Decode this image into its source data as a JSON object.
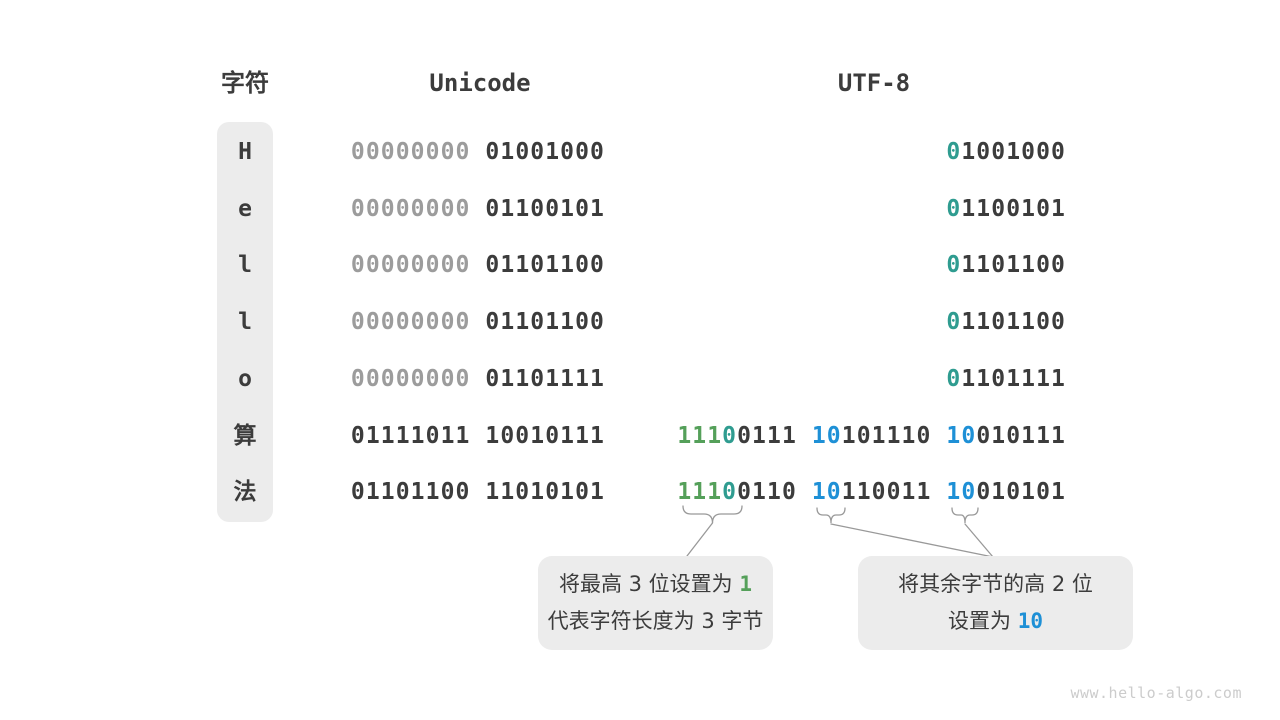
{
  "header": {
    "char_col": "字符",
    "unicode_col": "Unicode",
    "utf8_col": "UTF-8"
  },
  "colors": {
    "dark": "#3c3c3c",
    "gray": "#9c9c9c",
    "teal": "#2f9c90",
    "green": "#55a05a",
    "blue": "#1e90d6",
    "box_bg": "#ececec",
    "connector": "#999999",
    "watermark": "#cccccc"
  },
  "rows": [
    {
      "char": "H",
      "unicode": [
        [
          "00000000 ",
          "gray"
        ],
        [
          "01001000",
          "dark"
        ]
      ],
      "utf8": [
        [
          "0",
          "teal"
        ],
        [
          "1001000",
          "dark"
        ]
      ]
    },
    {
      "char": "e",
      "unicode": [
        [
          "00000000 ",
          "gray"
        ],
        [
          "01100101",
          "dark"
        ]
      ],
      "utf8": [
        [
          "0",
          "teal"
        ],
        [
          "1100101",
          "dark"
        ]
      ]
    },
    {
      "char": "l",
      "unicode": [
        [
          "00000000 ",
          "gray"
        ],
        [
          "01101100",
          "dark"
        ]
      ],
      "utf8": [
        [
          "0",
          "teal"
        ],
        [
          "1101100",
          "dark"
        ]
      ]
    },
    {
      "char": "l",
      "unicode": [
        [
          "00000000 ",
          "gray"
        ],
        [
          "01101100",
          "dark"
        ]
      ],
      "utf8": [
        [
          "0",
          "teal"
        ],
        [
          "1101100",
          "dark"
        ]
      ]
    },
    {
      "char": "o",
      "unicode": [
        [
          "00000000 ",
          "gray"
        ],
        [
          "01101111",
          "dark"
        ]
      ],
      "utf8": [
        [
          "0",
          "teal"
        ],
        [
          "1101111",
          "dark"
        ]
      ]
    },
    {
      "char": "算",
      "unicode": [
        [
          "01111011 10010111",
          "dark"
        ]
      ],
      "utf8": [
        [
          "111",
          "green"
        ],
        [
          "0",
          "teal"
        ],
        [
          "0111 ",
          "dark"
        ],
        [
          "10",
          "blue"
        ],
        [
          "101110 ",
          "dark"
        ],
        [
          "10",
          "blue"
        ],
        [
          "010111",
          "dark"
        ]
      ]
    },
    {
      "char": "法",
      "unicode": [
        [
          "01101100 11010101",
          "dark"
        ]
      ],
      "utf8": [
        [
          "111",
          "green"
        ],
        [
          "0",
          "teal"
        ],
        [
          "0110 ",
          "dark"
        ],
        [
          "10",
          "blue"
        ],
        [
          "110011 ",
          "dark"
        ],
        [
          "10",
          "blue"
        ],
        [
          "010101",
          "dark"
        ]
      ]
    }
  ],
  "callouts": [
    {
      "lines": [
        [
          [
            "将最高 3 位设置为 ",
            "dark"
          ],
          [
            "1",
            "green"
          ]
        ],
        [
          [
            "代表字符长度为 3 字节",
            "dark"
          ]
        ]
      ]
    },
    {
      "lines": [
        [
          [
            "将其余字节的高 2 位",
            "dark"
          ]
        ],
        [
          [
            "设置为 ",
            "dark"
          ],
          [
            "10",
            "blue"
          ]
        ]
      ]
    }
  ],
  "watermark": "www.hello-algo.com"
}
